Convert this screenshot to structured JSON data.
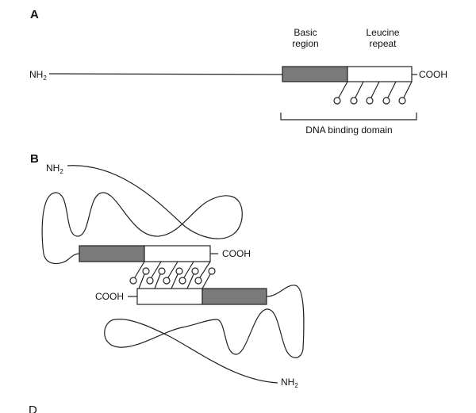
{
  "panel_a": {
    "label": "A",
    "basic_region_line1": "Basic",
    "basic_region_line2": "region",
    "leucine_repeat_line1": "Leucine",
    "leucine_repeat_line2": "repeat",
    "n_terminus": "NH",
    "n_terminus_sub": "2",
    "c_terminus": "COOH",
    "bracket_label": "DNA binding domain"
  },
  "panel_b": {
    "label": "B",
    "n_terminus_top": "NH",
    "n_terminus_top_sub": "2",
    "c_terminus_top": "COOH",
    "c_terminus_bottom": "COOH",
    "n_terminus_bottom": "NH",
    "n_terminus_bottom_sub": "2"
  },
  "panel_d": {
    "label": "D"
  },
  "colors": {
    "basic_region": "#7a7a7a",
    "leucine_repeat": "#ffffff",
    "line": "#222222"
  }
}
